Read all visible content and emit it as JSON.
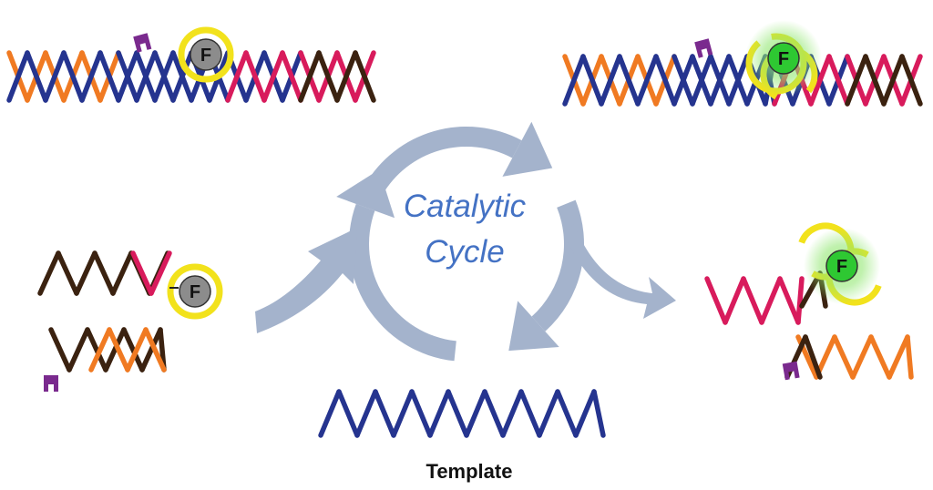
{
  "labels": {
    "cycle_line1": "Catalytic",
    "cycle_line2": "Cycle",
    "template": "Template",
    "fluorophore": "F"
  },
  "colors": {
    "background": "#ffffff",
    "cycle_arrow": "#a4b3cc",
    "cycle_text": "#4472c4",
    "strand_blue": "#25348f",
    "strand_orange": "#f07a22",
    "strand_pink": "#d81b5c",
    "strand_brown": "#3b2210",
    "quencher_ring": "#f2e21c",
    "fluorophore_quenched": "#8c8c8c",
    "fluorophore_active": "#2ec832",
    "glow": "#7ee06a",
    "modifier": "#7a2a8e",
    "label_text": "#111111"
  },
  "icons": {
    "fluorophore": "fluorophore-circle-icon",
    "quencher": "quencher-ring-icon",
    "modifier": "purple-modifier-icon",
    "arrow": "curved-arrow-icon"
  }
}
